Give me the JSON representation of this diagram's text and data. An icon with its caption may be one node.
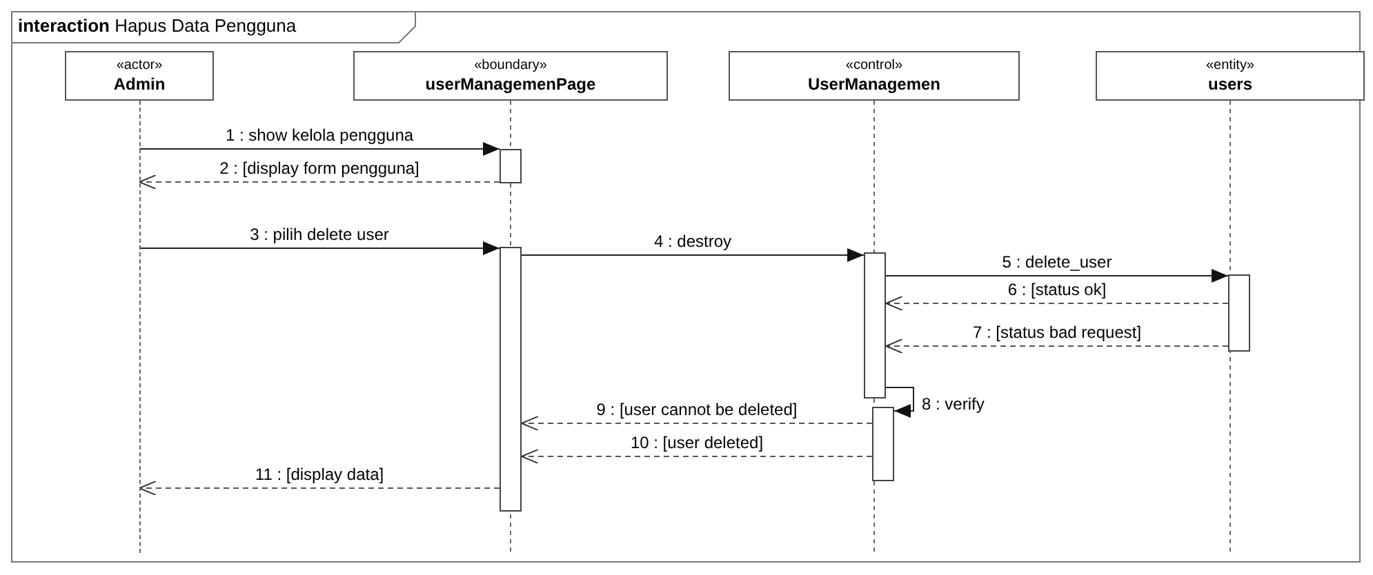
{
  "diagram": {
    "nodes": [
      {
        "text": [
          "**interaction** Hapus Data Pengguna"
        ]
      },
      {
        "text": [
          "«actor»",
          "Admin"
        ],
        "in": 0
      },
      {
        "text": [
          "«boundary»",
          "userManagemenPage"
        ],
        "in": 0
      },
      {
        "text": [
          "«control»",
          "UserManagemen"
        ],
        "in": 0
      },
      {
        "text": [
          "«entity»",
          "users"
        ],
        "in": 0
      },
      {
        "text": [],
        "shape": "bar",
        "in": 0
      },
      {
        "text": [],
        "shape": "bar",
        "in": 0
      },
      {
        "text": [],
        "shape": "bar",
        "in": 0
      },
      {
        "text": [],
        "shape": "bar",
        "in": 0
      },
      {
        "text": [],
        "shape": "bar",
        "in": 0
      },
      {
        "text": [],
        "shape": "line",
        "in": 0
      }
    ],
    "edges": [
      {
        "from": 10,
        "to": 5,
        "arrow": "to",
        "label": "1 : show kelola pengguna"
      },
      {
        "from": 5,
        "to": 10,
        "arrow": "to",
        "label": "2 : [display form pengguna]",
        "style": "dashed"
      },
      {
        "from": 10,
        "to": 6,
        "arrow": "to",
        "label": "3 : pilih delete user"
      },
      {
        "from": 6,
        "to": 7,
        "arrow": "to",
        "label": "4 : destroy"
      },
      {
        "from": 7,
        "to": 8,
        "arrow": "to",
        "label": "5 : delete_user"
      },
      {
        "from": 8,
        "to": 7,
        "arrow": "to",
        "label": "6 : [status ok]",
        "style": "dashed"
      },
      {
        "from": 8,
        "to": 7,
        "arrow": "to",
        "label": "7 : [status bad request]",
        "style": "dashed"
      },
      {
        "from": 7,
        "to": 9,
        "arrow": "to",
        "label": "8 : verify"
      },
      {
        "from": 9,
        "to": 6,
        "arrow": "to",
        "label": "9 : [user cannot be deleted]",
        "style": "dashed"
      },
      {
        "from": 9,
        "to": 6,
        "arrow": "to",
        "label": "10 : [user deleted]",
        "style": "dashed"
      },
      {
        "from": 6,
        "to": 10,
        "arrow": "to",
        "label": "11 : [display data]",
        "style": "dashed"
      }
    ]
  }
}
